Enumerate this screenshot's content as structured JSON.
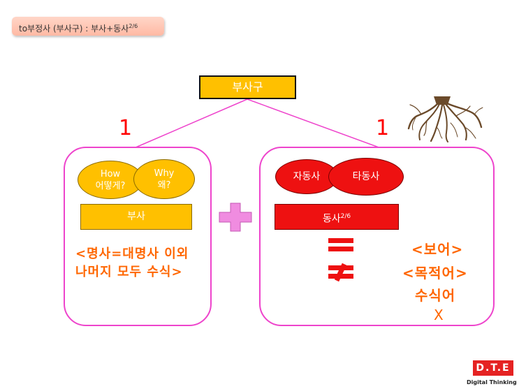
{
  "header": {
    "title": "to부정사 (부사구) : 부사+동사",
    "title_sup": "2/6"
  },
  "root": {
    "label": "부사구"
  },
  "left": {
    "number": "1",
    "ellipse_how_en": "How",
    "ellipse_how_ko": "어떻게?",
    "ellipse_why_en": "Why",
    "ellipse_why_ko": "왜?",
    "bar_label": "부사",
    "note_line1": "<명사=대명사 이외",
    "note_line2": "나머지 모두 수식>"
  },
  "plus": {
    "symbol": "+"
  },
  "right": {
    "number": "1",
    "ellipse_intransitive": "자동사",
    "ellipse_transitive": "타동사",
    "bar_label": "동사",
    "bar_sup": "2/6",
    "equal_symbol": "=",
    "notequal_symbol": "≠",
    "complement": "<보어>",
    "object": "<목적어>",
    "modifier": "수식어",
    "x_mark": "X"
  },
  "logo": {
    "text": "D.T.E",
    "caption": "Digital Thinking English"
  },
  "colors": {
    "yellow": "#ffc000",
    "red": "#ee1111",
    "pink_border": "#ee44cc",
    "orange_text": "#ff6600"
  },
  "icons": {
    "roots": "tree-roots-image"
  }
}
